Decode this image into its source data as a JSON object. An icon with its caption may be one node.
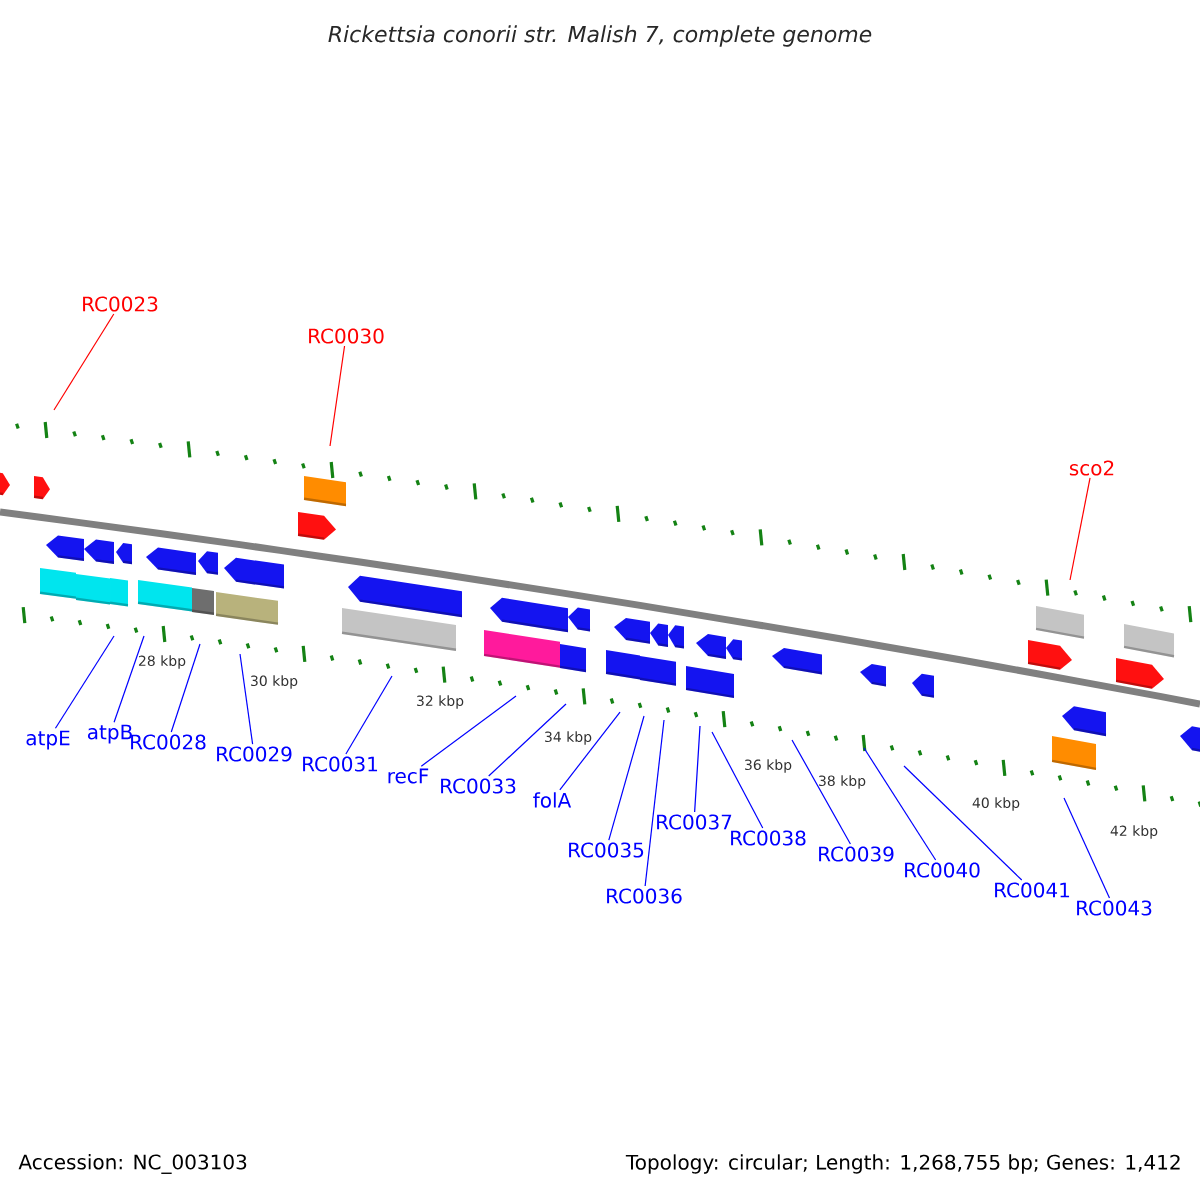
{
  "diagram": {
    "title": "Rickettsia conorii str. Malish 7, complete genome",
    "nodes": [
      {
        "text": [
          "RC0023"
        ]
      },
      {
        "text": [
          "RC0030"
        ]
      },
      {
        "text": [
          "sco2"
        ]
      },
      {
        "text": [
          "atpE"
        ]
      },
      {
        "text": [
          "atpB"
        ]
      },
      {
        "text": [
          "RC0028"
        ]
      },
      {
        "text": [
          "RC0029"
        ]
      },
      {
        "text": [
          "RC0031"
        ]
      },
      {
        "text": [
          "recF"
        ]
      },
      {
        "text": [
          "RC0033"
        ]
      },
      {
        "text": [
          "folA"
        ]
      },
      {
        "text": [
          "RC0035"
        ]
      },
      {
        "text": [
          "RC0036"
        ]
      },
      {
        "text": [
          "RC0037"
        ]
      },
      {
        "text": [
          "RC0038"
        ]
      },
      {
        "text": [
          "RC0039"
        ]
      },
      {
        "text": [
          "RC0040"
        ]
      },
      {
        "text": [
          "RC0041"
        ]
      },
      {
        "text": [
          "RC0043"
        ]
      }
    ],
    "edges": [
      {
        "from": 0,
        "to": null,
        "arrow": "none",
        "color": "#ff0000"
      },
      {
        "from": 1,
        "to": null,
        "arrow": "none",
        "color": "#ff0000"
      },
      {
        "from": 2,
        "to": null,
        "arrow": "none",
        "color": "#ff0000"
      },
      {
        "from": 3,
        "to": null,
        "arrow": "none"
      },
      {
        "from": 4,
        "to": null,
        "arrow": "none"
      },
      {
        "from": 5,
        "to": null,
        "arrow": "none"
      },
      {
        "from": 6,
        "to": null,
        "arrow": "none"
      },
      {
        "from": 7,
        "to": null,
        "arrow": "none"
      },
      {
        "from": 8,
        "to": null,
        "arrow": "none"
      },
      {
        "from": 9,
        "to": null,
        "arrow": "none"
      },
      {
        "from": 10,
        "to": null,
        "arrow": "none"
      },
      {
        "from": 11,
        "to": null,
        "arrow": "none"
      },
      {
        "from": 12,
        "to": null,
        "arrow": "none"
      },
      {
        "from": 13,
        "to": null,
        "arrow": "none"
      },
      {
        "from": 14,
        "to": null,
        "arrow": "none"
      },
      {
        "from": 15,
        "to": null,
        "arrow": "none"
      },
      {
        "from": 16,
        "to": null,
        "arrow": "none"
      },
      {
        "from": 17,
        "to": null,
        "arrow": "none"
      },
      {
        "from": 18,
        "to": null,
        "arrow": "none"
      }
    ],
    "labels": [
      "28 kbp",
      "30 kbp",
      "32 kbp",
      "34 kbp",
      "36 kbp",
      "38 kbp",
      "40 kbp",
      "42 kbp",
      "Accession: NC_003103",
      "Topology: circular; Length: 1,268,755 bp; Genes: 1,412"
    ]
  }
}
